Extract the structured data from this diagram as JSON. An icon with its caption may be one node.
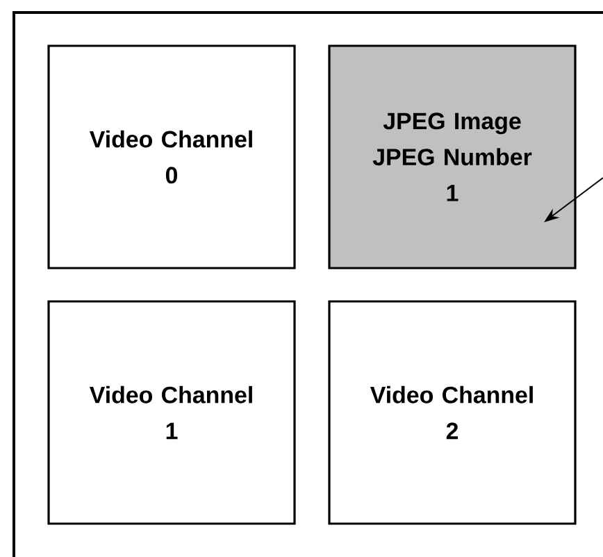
{
  "diagram": {
    "nodes": [
      {
        "text": [
          "Video Channel 0"
        ]
      },
      {
        "text": [
          "JPEG Image JPEG Number 1"
        ]
      },
      {
        "text": [
          "Video Channel 1"
        ]
      },
      {
        "text": [
          "Video Channel 2"
        ]
      }
    ],
    "edges": [
      {
        "from": null,
        "to": 1,
        "arrow": "to"
      }
    ]
  }
}
